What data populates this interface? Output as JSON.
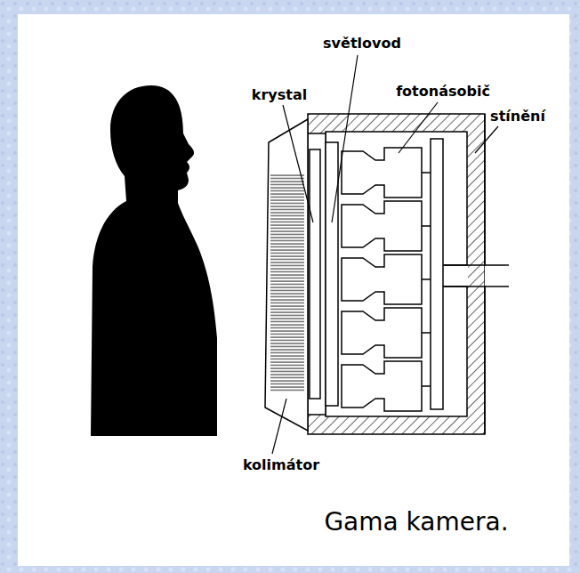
{
  "diagram": {
    "caption": "Gama kamera.",
    "labels": [
      "světlovod",
      "krystal",
      "fotonásobič",
      "stínění",
      "kolimátor"
    ]
  }
}
